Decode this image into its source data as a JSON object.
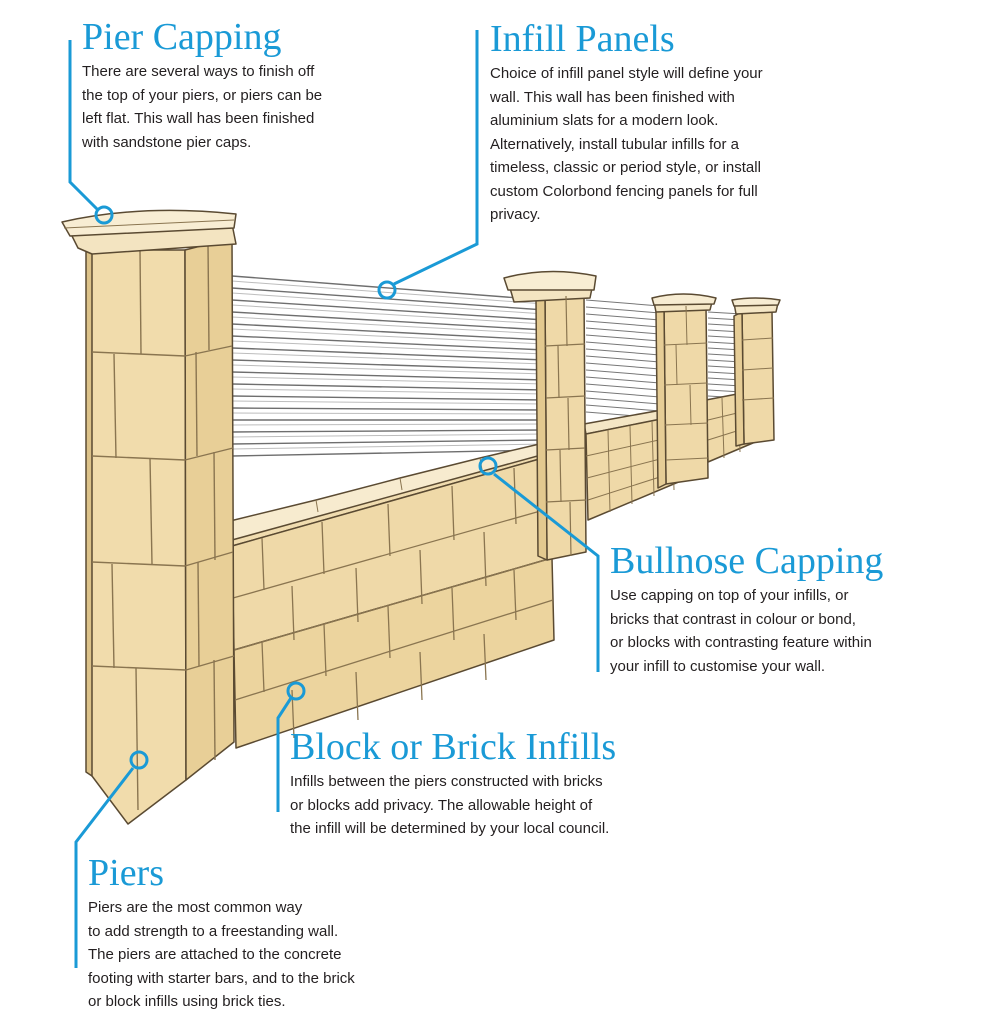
{
  "accent_color": "#1a9ad6",
  "text_color": "#231f20",
  "stone_color": "#f2dfb5",
  "callouts": {
    "pier_capping": {
      "title": "Pier Capping",
      "lines": [
        "There are several ways to finish off",
        "the top of your piers, or piers can be",
        "left flat. This wall has been finished",
        "with sandstone pier caps."
      ]
    },
    "infill_panels": {
      "title": "Infill Panels",
      "lines": [
        "Choice of infill panel style will define your",
        "wall. This wall has been finished with",
        "aluminium slats for a modern look.",
        "Alternatively, install tubular infills for a",
        "timeless, classic or period style, or install",
        "custom Colorbond fencing panels for full",
        "privacy."
      ]
    },
    "bullnose_capping": {
      "title": "Bullnose Capping",
      "lines": [
        "Use capping on top of your infills, or",
        "bricks that contrast in colour or bond,",
        "or blocks with contrasting feature within",
        "your infill to customise your wall."
      ]
    },
    "block_infills": {
      "title": "Block or Brick Infills",
      "lines": [
        "Infills between the piers constructed with bricks",
        "or blocks add privacy. The allowable height of",
        "the infill will be determined by your local council."
      ]
    },
    "piers": {
      "title": "Piers",
      "lines": [
        "Piers are the most common way",
        "to add strength to a freestanding wall.",
        "The piers are attached to the concrete",
        "footing with starter bars, and to the brick",
        "or block infills using brick ties."
      ]
    }
  }
}
